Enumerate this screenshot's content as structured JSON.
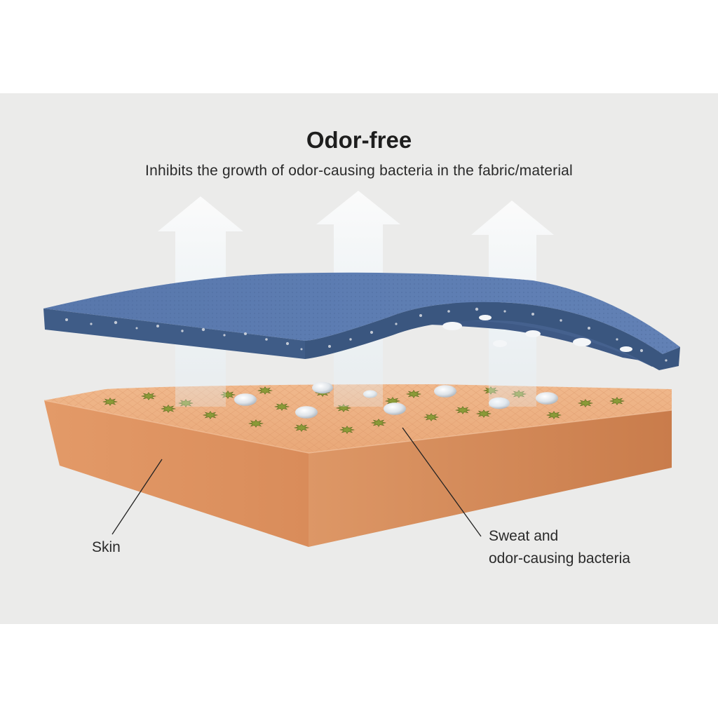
{
  "header": {
    "title": "Odor-free",
    "subtitle": "Inhibits the growth of odor-causing bacteria in the fabric/material"
  },
  "labels": {
    "skin": "Skin",
    "sweat_line1": "Sweat and",
    "sweat_line2": "odor-causing bacteria"
  },
  "colors": {
    "background": "#ebebea",
    "fabric": "#5475a8",
    "fabric_edge": "#3f5c87",
    "skin_top": "#e9ab7e",
    "skin_side": "#d88b58",
    "bacteria": "#8a9a38",
    "sweat": "#e6eaee"
  },
  "icons": [
    "up-arrow-icon",
    "bacteria-icon",
    "sweat-droplet-icon"
  ]
}
